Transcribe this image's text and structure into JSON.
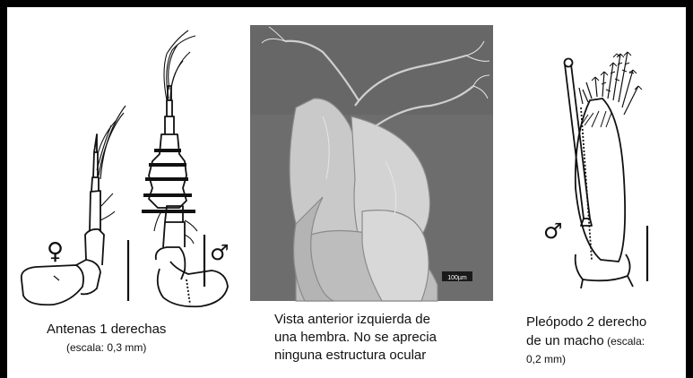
{
  "panels": [
    {
      "caption_main": "Antenas 1 derechas",
      "caption_scale": "(escala: 0,3 mm)",
      "symbols": [
        "♀",
        "♂"
      ]
    },
    {
      "caption_lines": [
        "Vista anterior izquierda de",
        "una hembra. No se aprecia",
        "ninguna estructura ocular"
      ],
      "scale_bar_label": "100µm"
    },
    {
      "caption_line1": "Pleópodo 2 derecho",
      "caption_line2_main": "de un macho",
      "caption_line2_scale": " (escala:",
      "caption_line3": "0,2 mm)",
      "symbol": "♂"
    }
  ],
  "colors": {
    "frame": "#000000",
    "background": "#ffffff",
    "photo_bg": "#6f6f6f"
  }
}
